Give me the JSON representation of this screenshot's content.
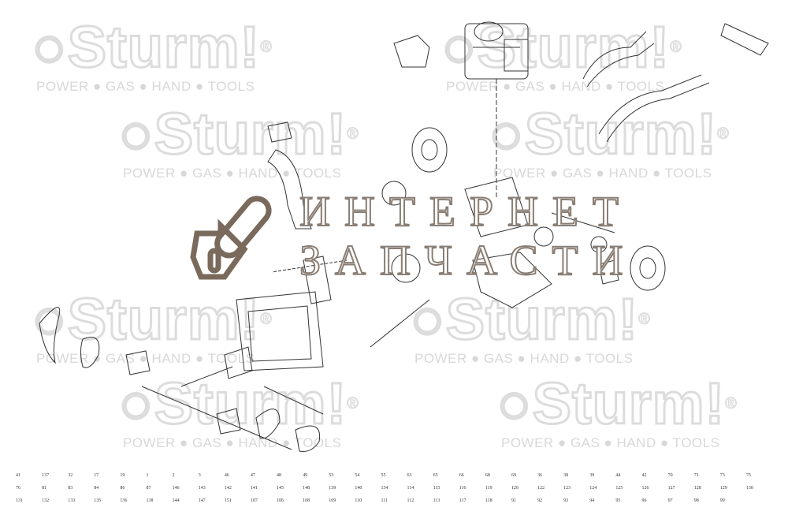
{
  "watermark": {
    "brand": "Sturm!",
    "registered": "®",
    "tagline": "POWER ● GAS ● HAND ● TOOLS"
  },
  "overlay": {
    "line1": "ИНТЕРНЕТ",
    "line2": "ЗАПЧАСТИ",
    "logo_color": "#7a6a5c"
  },
  "part_numbers": [
    "41",
    "137",
    "32",
    "17",
    "19",
    "1",
    "2",
    "3",
    "46",
    "47",
    "48",
    "49",
    "53",
    "54",
    "55",
    "63",
    "65",
    "66",
    "68",
    "69",
    "36",
    "38",
    "39",
    "44",
    "42",
    "70",
    "71",
    "73",
    "75",
    "76",
    "81",
    "83",
    "84",
    "86",
    "87",
    "146",
    "143",
    "142",
    "141",
    "145",
    "148",
    "139",
    "140",
    "134",
    "114",
    "115",
    "116",
    "119",
    "120",
    "122",
    "123",
    "124",
    "125",
    "126",
    "127",
    "128",
    "129",
    "130",
    "131",
    "132",
    "133",
    "135",
    "136",
    "138",
    "144",
    "147",
    "151",
    "107",
    "106",
    "108",
    "109",
    "110",
    "111",
    "112",
    "113",
    "117",
    "118",
    "91",
    "92",
    "93",
    "94",
    "95",
    "96",
    "97",
    "98",
    "99"
  ]
}
